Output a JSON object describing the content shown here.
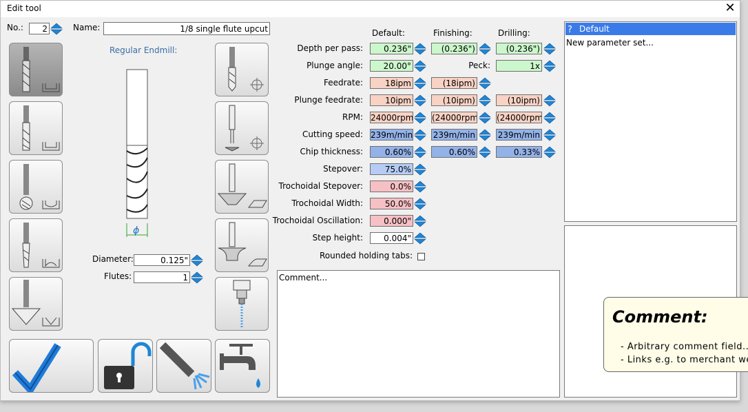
{
  "window": {
    "title": "Edit tool"
  },
  "tool": {
    "no_label": "No.:",
    "no_value": "2",
    "name_label": "Name:",
    "name_value": "1/8 single flute upcut",
    "type_label": "Regular Endmill:",
    "diameter_label": "Diameter:",
    "diameter_value": "0.125\"",
    "flutes_label": "Flutes:",
    "flutes_value": "1"
  },
  "columns": {
    "default": "Default:",
    "finishing": "Finishing:",
    "drilling": "Drilling:"
  },
  "params": [
    {
      "label": "Depth per pass:",
      "default": "0.236\"",
      "finishing": "(0.236\")",
      "drilling": "(0.236\")"
    },
    {
      "label": "Plunge angle:",
      "default": "20.00°",
      "peck_label": "Peck:",
      "drilling": "1x"
    },
    {
      "label": "Feedrate:",
      "default": "18ipm",
      "finishing": "(18ipm)"
    },
    {
      "label": "Plunge feedrate:",
      "default": "10ipm",
      "finishing": "(10ipm)",
      "drilling": "(10ipm)"
    },
    {
      "label": "RPM:",
      "default": "24000rpm",
      "finishing": "(24000rpm)",
      "drilling": "(24000rpm)"
    },
    {
      "label": "Cutting speed:",
      "default": "239m/min",
      "finishing": "239m/min",
      "drilling": "239m/min"
    },
    {
      "label": "Chip thickness:",
      "default": "0.60%",
      "finishing": "0.60%",
      "drilling": "0.33%"
    },
    {
      "label": "Stepover:",
      "default": "75.0%"
    },
    {
      "label": "Trochoidal Stepover:",
      "default": "0.0%"
    },
    {
      "label": "Trochoidal Width:",
      "default": "50.0%"
    },
    {
      "label": "Trochoidal Oscillation:",
      "default": "0.000\""
    },
    {
      "label": "Step height:",
      "default": "0.004\""
    }
  ],
  "rounded_tabs_label": "Rounded holding tabs:",
  "comment_placeholder": "Comment...",
  "param_sets": {
    "selected": "Default",
    "new_item": "New parameter set..."
  },
  "tooltip": {
    "title": "Comment:",
    "lines": [
      "- Arbitrary comment field...",
      "- Links e.g. to merchant we"
    ]
  },
  "colors": {
    "green": "#ccf7cc",
    "pink": "#f8d2c4",
    "blue": "#93b2e8",
    "rose": "#f6c0c4",
    "selection": "#3b7be8",
    "spin": "#1f86d6"
  },
  "icons": [
    "checkmark-icon",
    "unlock-icon",
    "coolant-spray-icon",
    "water-tap-icon",
    "help-icon"
  ]
}
